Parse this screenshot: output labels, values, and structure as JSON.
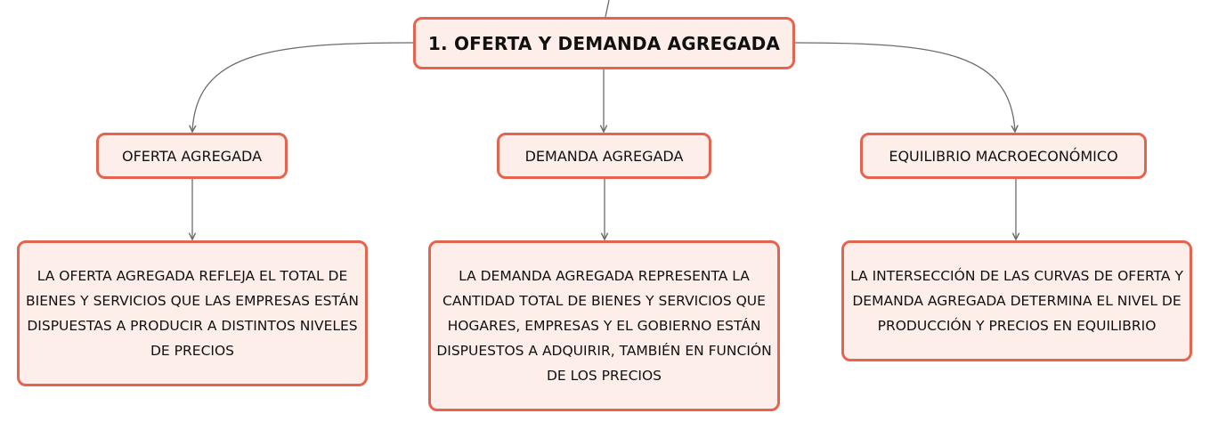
{
  "colors": {
    "node_border": "#e6634f",
    "node_fill": "#fdeeea",
    "connector": "#6b6b6b"
  },
  "root": {
    "label": "1. OFERTA Y DEMANDA AGREGADA"
  },
  "branches": [
    {
      "label": "OFERTA AGREGADA",
      "detail": "LA OFERTA AGREGADA REFLEJA EL TOTAL DE BIENES Y SERVICIOS QUE LAS EMPRESAS ESTÁN DISPUESTAS A PRODUCIR A DISTINTOS NIVELES DE PRECIOS"
    },
    {
      "label": "DEMANDA AGREGADA",
      "detail": "LA DEMANDA AGREGADA REPRESENTA LA CANTIDAD TOTAL DE BIENES Y SERVICIOS QUE HOGARES, EMPRESAS Y EL GOBIERNO ESTÁN DISPUESTOS A ADQUIRIR, TAMBIÉN EN FUNCIÓN DE LOS PRECIOS"
    },
    {
      "label": "EQUILIBRIO MACROECONÓMICO",
      "detail": "LA INTERSECCIÓN DE LAS CURVAS DE OFERTA Y DEMANDA AGREGADA DETERMINA EL NIVEL DE PRODUCCIÓN Y PRECIOS EN EQUILIBRIO"
    }
  ]
}
